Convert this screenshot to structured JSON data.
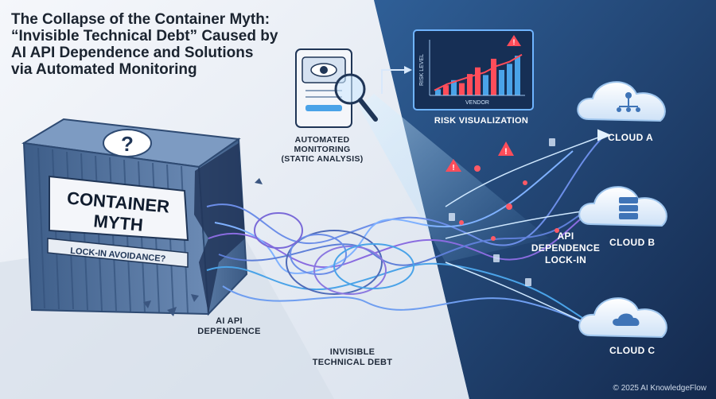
{
  "title": {
    "line1": "The Collapse of the Container Myth:",
    "line2": "“Invisible Technical Debt” Caused by",
    "line3": "AI API Dependence and Solutions",
    "line4": "via Automated Monitoring"
  },
  "container": {
    "sign_line1": "CONTAINER",
    "sign_line2": "MYTH",
    "subsign": "LOCK-IN AVOIDANCE?",
    "question_mark": "?"
  },
  "monitoring": {
    "label_line1": "AUTOMATED",
    "label_line2": "MONITORING",
    "label_line3": "(STATIC ANALYSIS)",
    "icons": [
      "document-icon",
      "eye-icon",
      "magnifier-icon"
    ]
  },
  "risk_chart": {
    "ylabel": "RISK LEVEL",
    "xlabel": "VENDOR",
    "caption": "RISK VISUALIZATION"
  },
  "chart_data": {
    "type": "bar",
    "ylabel": "RISK LEVEL",
    "xlabel": "VENDOR",
    "values": [
      0.12,
      0.2,
      0.3,
      0.24,
      0.42,
      0.55,
      0.4,
      0.72,
      0.5,
      0.62,
      0.78
    ],
    "bar_colors": [
      "#4aa3e8",
      "#ff4d5a",
      "#4aa3e8",
      "#ff4d5a",
      "#ff4d5a",
      "#ff4d5a",
      "#4aa3e8",
      "#ff4d5a",
      "#4aa3e8",
      "#4aa3e8",
      "#4aa3e8"
    ],
    "line_values": [
      0.1,
      0.22,
      0.3,
      0.38,
      0.45,
      0.58,
      0.66,
      0.8
    ]
  },
  "labels": {
    "ai_api_line1": "AI API",
    "ai_api_line2": "DEPENDENCE",
    "debt_line1": "INVISIBLE",
    "debt_line2": "TECHNICAL DEBT",
    "lockin_line1": "API",
    "lockin_line2": "DEPENDENCE",
    "lockin_line3": "LOCK-IN"
  },
  "clouds": [
    {
      "label": "CLOUD A",
      "icon": "network-tree-icon"
    },
    {
      "label": "CLOUD B",
      "icon": "server-stack-icon"
    },
    {
      "label": "CLOUD C",
      "icon": "cloud-icon"
    }
  ],
  "copyright": "© 2025 AI KnowledgeFlow",
  "colors": {
    "accent_red": "#ff4d5a",
    "accent_blue": "#4aa3e8",
    "container_blue": "#4c6e9b",
    "dark_bg": "#1c3b68"
  }
}
